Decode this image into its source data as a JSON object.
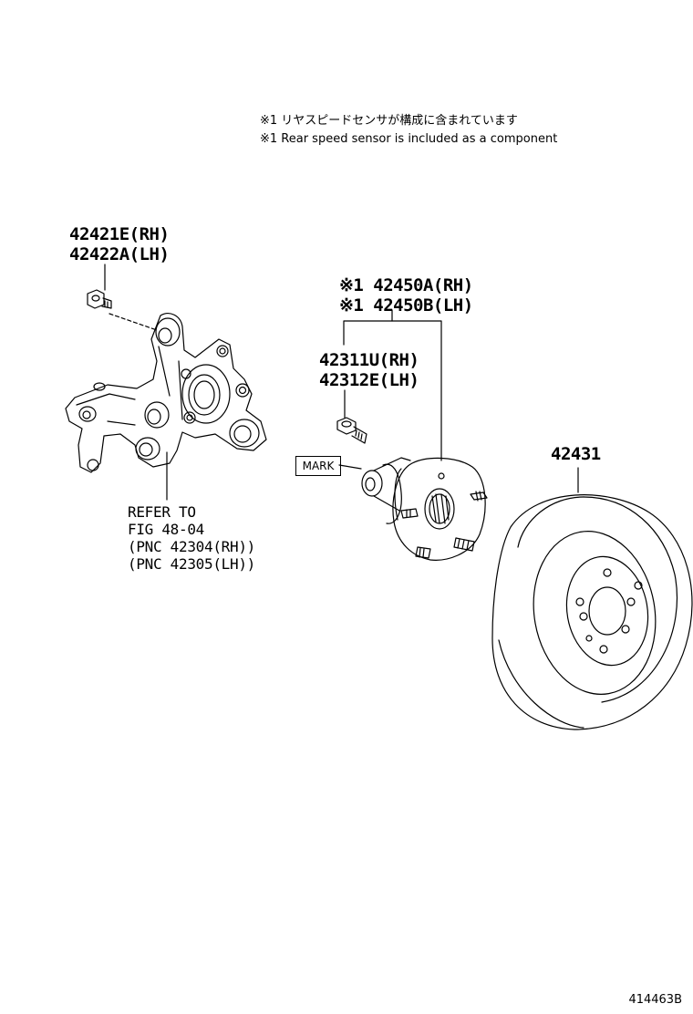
{
  "notes": {
    "japanese": "※1 リヤスピードセンサが構成に含まれています",
    "english": "※1 Rear speed sensor is included as a component"
  },
  "parts": {
    "bolt": {
      "rh": "42421E(RH)",
      "lh": "42422A(LH)"
    },
    "hub_assembly": {
      "rh": "※1 42450A(RH)",
      "lh": "※1 42450B(LH)"
    },
    "hub_bolt": {
      "rh": "42311U(RH)",
      "lh": "42312E(LH)"
    },
    "disc": {
      "pn": "42431"
    }
  },
  "reference": {
    "line1": "REFER TO",
    "line2": "FIG 48-04",
    "line3": "(PNC 42304(RH))",
    "line4": "(PNC 42305(LH))"
  },
  "mark_label": "MARK",
  "diagram_code": "414463B"
}
